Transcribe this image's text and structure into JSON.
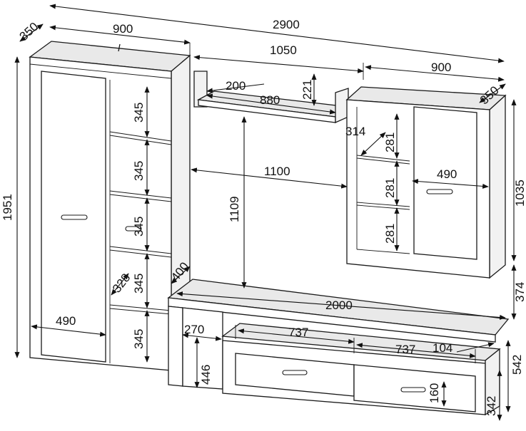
{
  "dimensions": {
    "d_350_left": "350",
    "d_900_left": "900",
    "d_2900": "2900",
    "d_1050": "1050",
    "d_900_right": "900",
    "d_350_right": "350",
    "d_200": "200",
    "d_880": "880",
    "d_221": "221",
    "d_314": "314",
    "d_281_a": "281",
    "d_281_b": "281",
    "d_281_c": "281",
    "d_490_right": "490",
    "d_1035": "1035",
    "d_1951": "1951",
    "d_345_a": "345",
    "d_345_b": "345",
    "d_345_c": "345",
    "d_345_d": "345",
    "d_345_e": "345",
    "d_1100": "1100",
    "d_1109": "1109",
    "d_328": "328",
    "d_400": "400",
    "d_490_left": "490",
    "d_374": "374",
    "d_2000": "2000",
    "d_270": "270",
    "d_737_a": "737",
    "d_737_b": "737",
    "d_104": "104",
    "d_446": "446",
    "d_542": "542",
    "d_160": "160",
    "d_342": "342"
  }
}
